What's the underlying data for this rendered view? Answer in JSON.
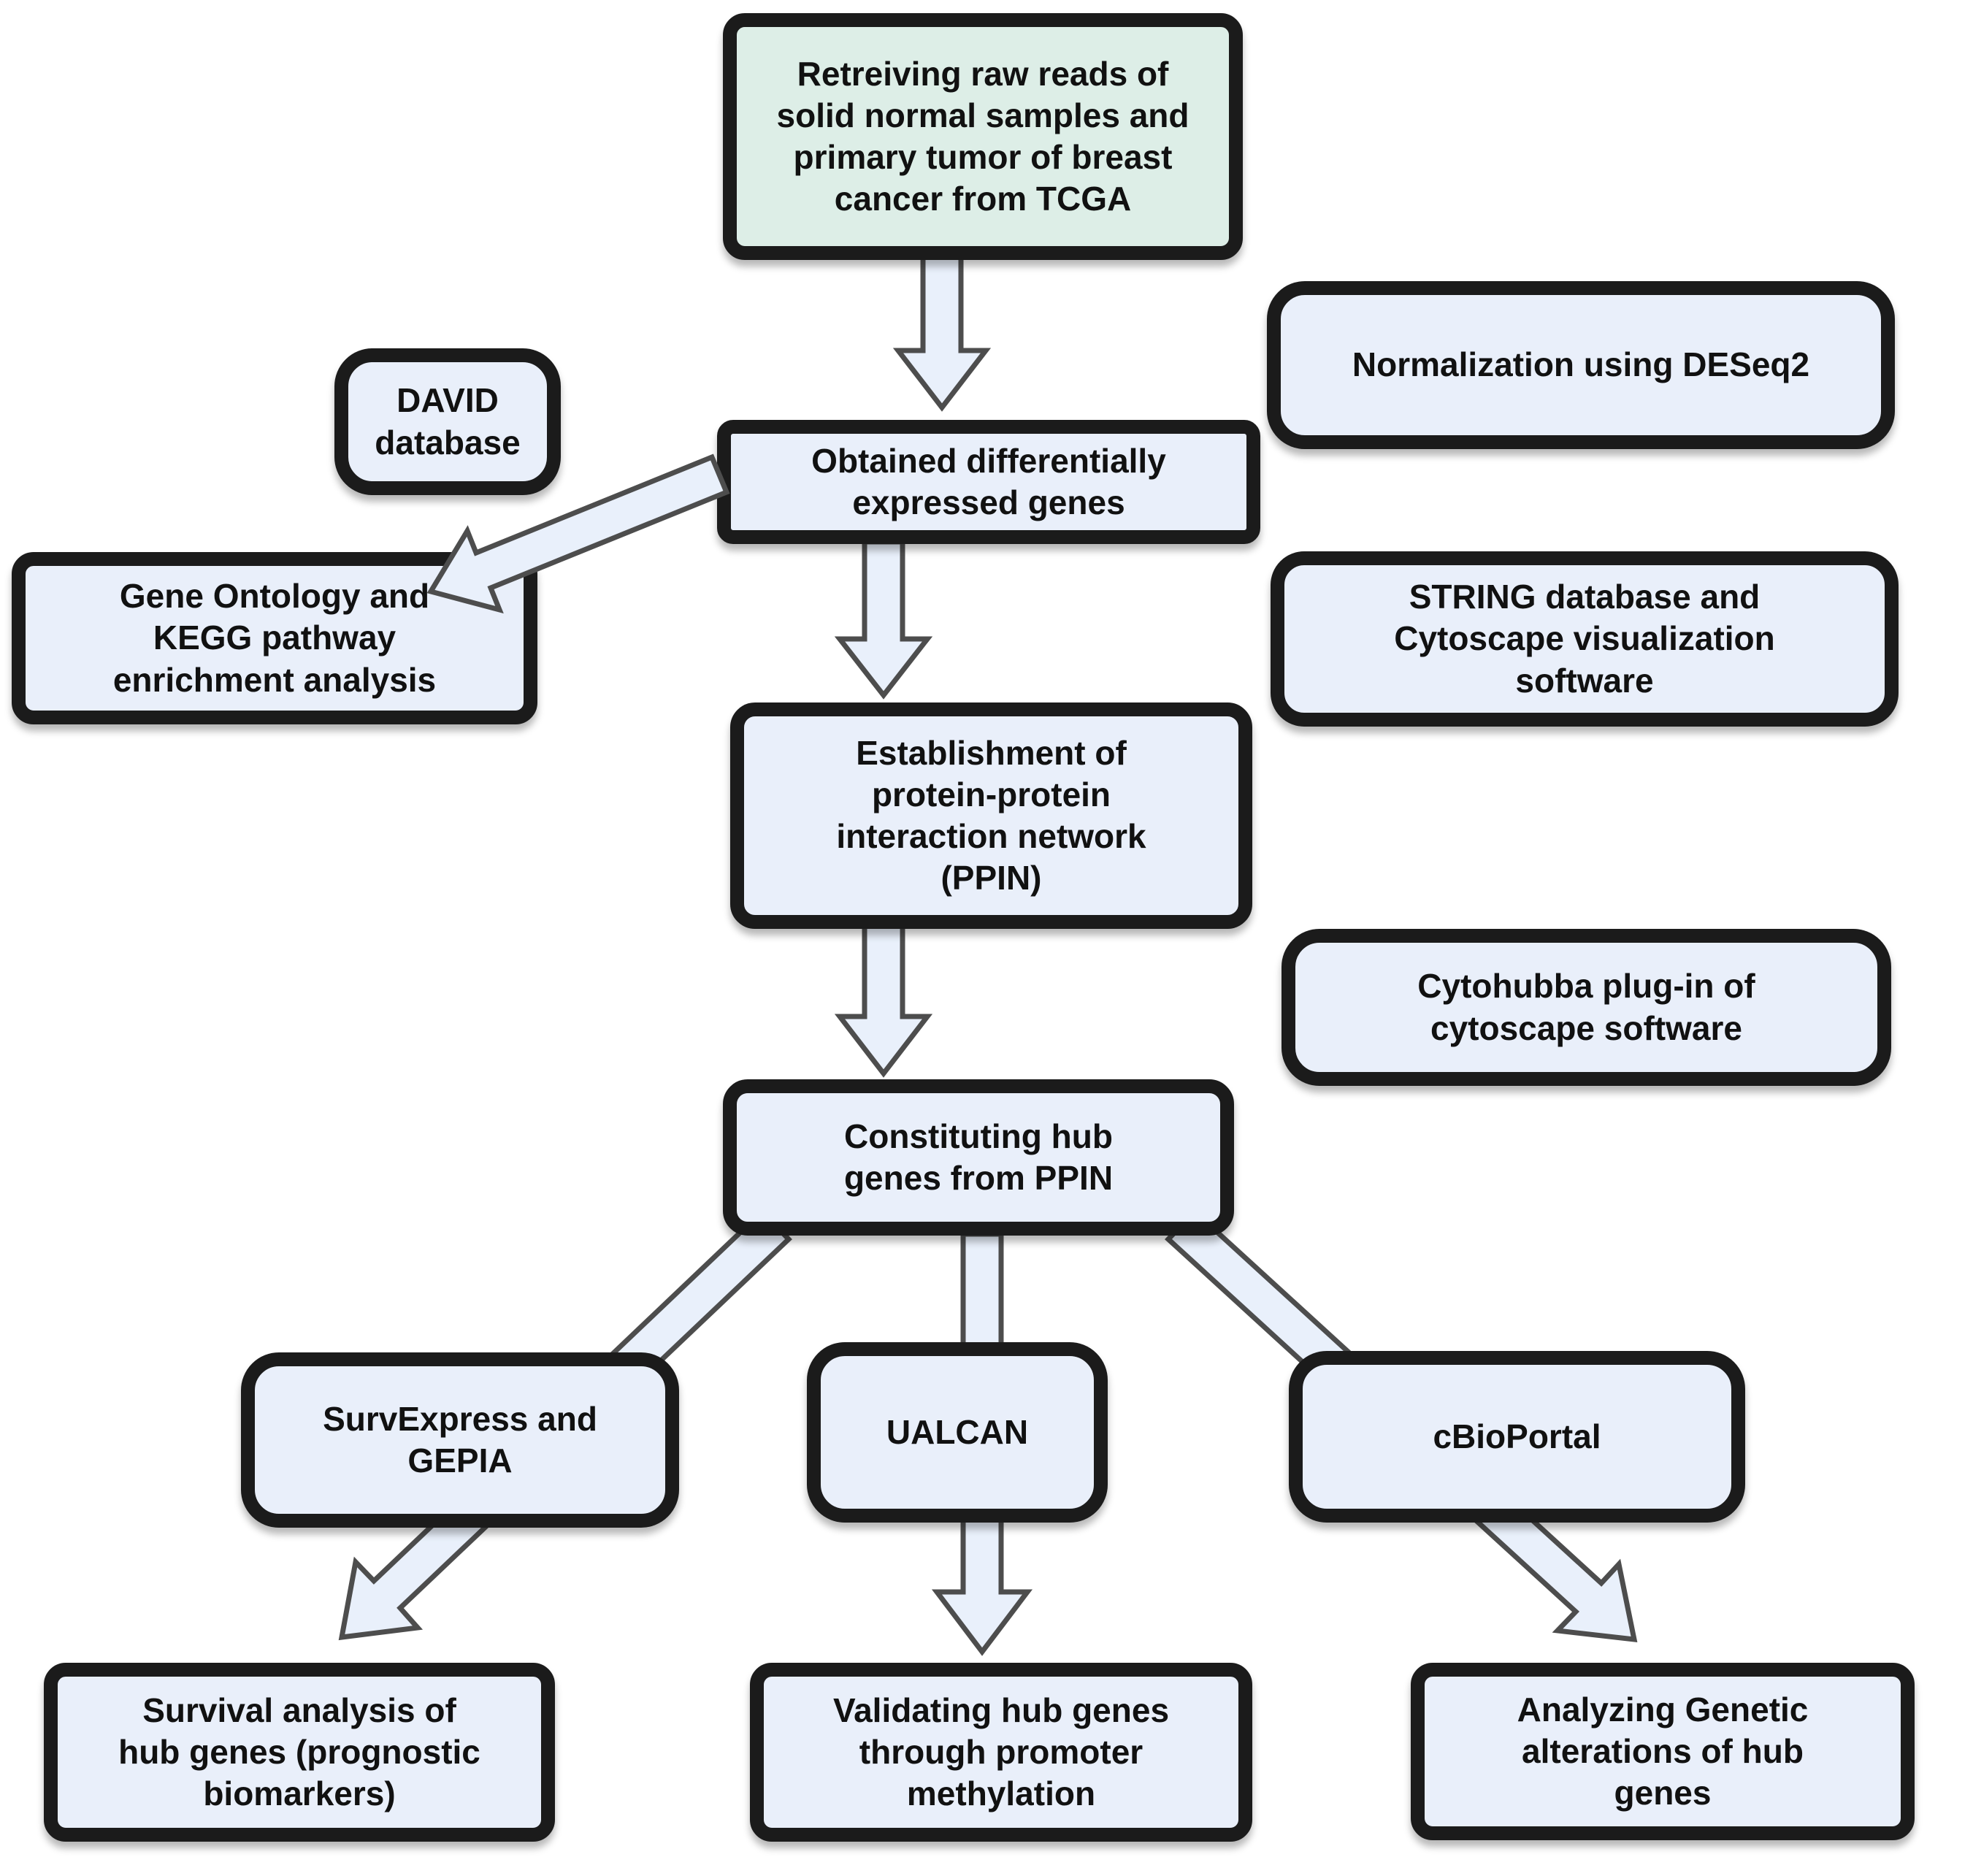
{
  "flowchart": {
    "nodes": {
      "retrieving": {
        "label": "Retreiving raw reads of\nsolid normal samples and\nprimary tumor of breast\ncancer from TCGA"
      },
      "david": {
        "label": "DAVID\ndatabase"
      },
      "normalization": {
        "label": "Normalization using DESeq2"
      },
      "obtained": {
        "label": "Obtained differentially\nexpressed genes"
      },
      "gene_ontology": {
        "label": "Gene Ontology and\nKEGG pathway\nenrichment analysis"
      },
      "string": {
        "label": "STRING database and\nCytoscape visualization\nsoftware"
      },
      "establishment": {
        "label": "Establishment of\nprotein-protein\ninteraction network\n(PPIN)"
      },
      "cytohubba": {
        "label": "Cytohubba plug-in of\ncytoscape software"
      },
      "constituting": {
        "label": "Constituting hub\ngenes from PPIN"
      },
      "survexpress": {
        "label": "SurvExpress and\nGEPIA"
      },
      "ualcan": {
        "label": "UALCAN"
      },
      "cbioportal": {
        "label": "cBioPortal"
      },
      "survival": {
        "label": "Survival analysis of\nhub genes (prognostic\nbiomarkers)"
      },
      "validating": {
        "label": "Validating hub genes\nthrough promoter\nmethylation"
      },
      "analyzing": {
        "label": "Analyzing Genetic\nalterations of hub\ngenes"
      }
    },
    "colors": {
      "box_fill": "#e9effa",
      "box_fill_green": "#ddeee7",
      "border": "#1b1b1b",
      "arrow_fill": "#e9f0fb",
      "arrow_stroke": "#4d4d4d",
      "background": "#ffffff",
      "text": "#111111"
    }
  }
}
